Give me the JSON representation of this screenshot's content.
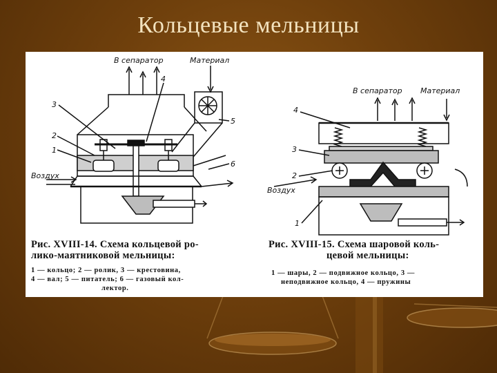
{
  "slide": {
    "title": "Кольцевые мельницы"
  },
  "figure_left": {
    "labels": {
      "to_separator": "В сепаратор",
      "material": "Материал",
      "air": "Воздух",
      "n1": "1",
      "n2": "2",
      "n3": "3",
      "n4": "4",
      "n5": "5",
      "n6": "6"
    },
    "caption_line1": "Рис. XVIII-14. Схема кольцевой ро-",
    "caption_line2": "лико-маятниковой мельницы:",
    "legend_line1": "1 — кольцо; 2 — ролик, 3 — крестовина,",
    "legend_line2": "4 — вал; 5 — питатель; 6 — газовый кол-",
    "legend_line3": "лектор."
  },
  "figure_right": {
    "labels": {
      "to_separator": "В сепаратор",
      "material": "Материал",
      "air": "Воздух",
      "n1": "1",
      "n2": "2",
      "n3": "3",
      "n4": "4"
    },
    "caption_line1": "Рис. XVIII-15. Схема шаровой коль-",
    "caption_line2": "цевой мельницы:",
    "legend_line1": "1 — шары, 2 — подвижное кольцо, 3 —",
    "legend_line2": "неподвижное кольцо, 4 — пружины"
  }
}
